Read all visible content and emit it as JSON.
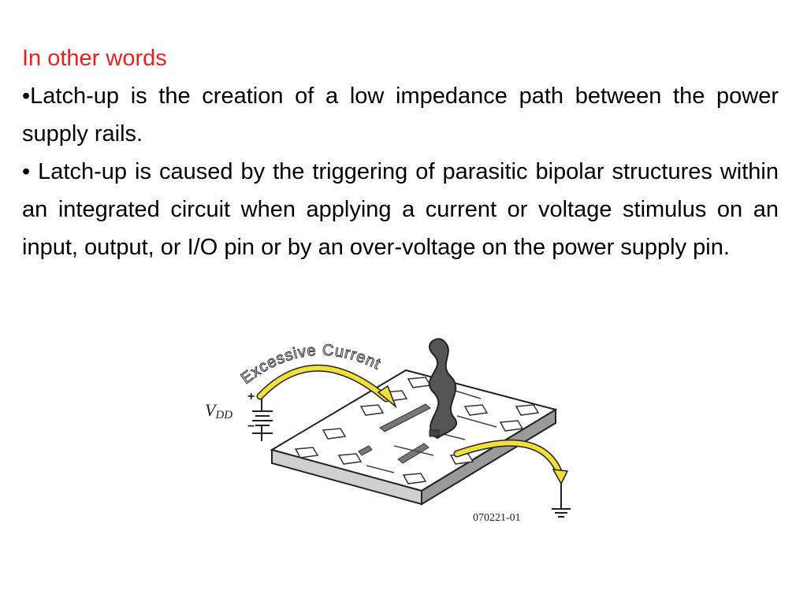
{
  "heading": "In other words",
  "bullets": [
    "•Latch-up is the creation of a low impedance path between the power supply rails.",
    "• Latch-up is caused by the triggering of parasitic bipolar structures within an integrated circuit when applying a current or voltage stimulus on an input, output, or I/O pin or by an over-voltage on the power supply pin."
  ],
  "figure": {
    "current_label": "Excessive Current",
    "vdd_main": "V",
    "vdd_sub": "DD",
    "plus_sign": "+",
    "minus_sign": "−",
    "code": "070221-01"
  }
}
